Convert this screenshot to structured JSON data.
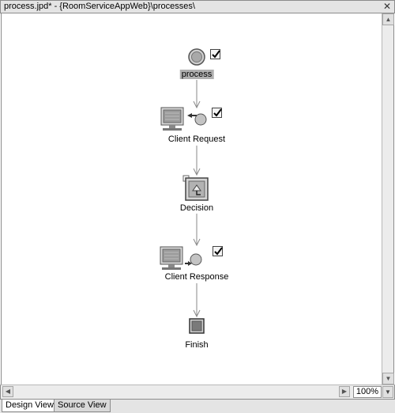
{
  "window": {
    "title": "process.jpd* - {RoomServiceAppWeb}\\processes\\",
    "close_glyph": "✕"
  },
  "nodes": {
    "start": {
      "label": "process",
      "icon": "start-node-icon",
      "checked": true
    },
    "client_request": {
      "label": "Client Request",
      "icon": "client-request-icon",
      "checked": true
    },
    "decision": {
      "label": "Decision",
      "icon": "decision-icon"
    },
    "client_response": {
      "label": "Client Response",
      "icon": "client-response-icon",
      "checked": true
    },
    "finish": {
      "label": "Finish",
      "icon": "finish-node-icon"
    }
  },
  "zoom": {
    "value": "100%"
  },
  "tabs": [
    {
      "label": "Design View",
      "active": true
    },
    {
      "label": "Source View",
      "active": false
    }
  ]
}
